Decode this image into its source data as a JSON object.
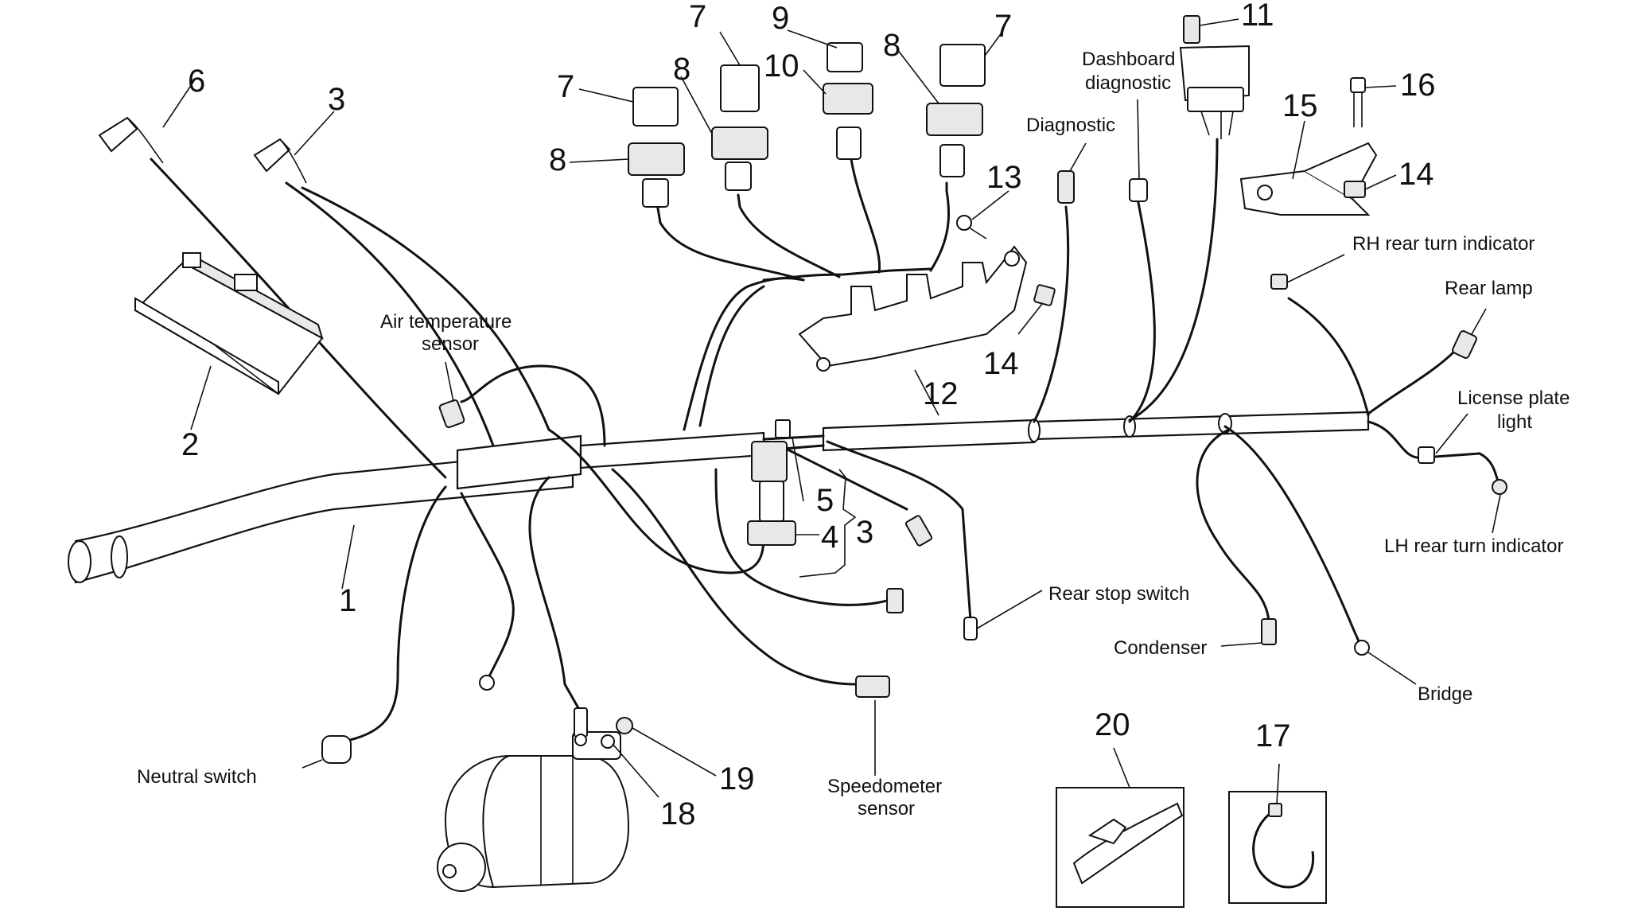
{
  "numbers": {
    "n1": "1",
    "n2": "2",
    "n3a": "3",
    "n3b": "3",
    "n4": "4",
    "n5": "5",
    "n6": "6",
    "n7a": "7",
    "n7b": "7",
    "n7c": "7",
    "n8a": "8",
    "n8b": "8",
    "n8c": "8",
    "n9": "9",
    "n10": "10",
    "n11": "11",
    "n12": "12",
    "n13": "13",
    "n14a": "14",
    "n14b": "14",
    "n15": "15",
    "n16": "16",
    "n17": "17",
    "n18": "18",
    "n19": "19",
    "n20": "20"
  },
  "labels": {
    "air_temp_1": "Air temperature",
    "air_temp_2": "sensor",
    "diagnostic": "Diagnostic",
    "dash_diag_1": "Dashboard",
    "dash_diag_2": "diagnostic",
    "rh_rear": "RH rear turn indicator",
    "rear_lamp": "Rear lamp",
    "license_1": "License plate",
    "license_2": "light",
    "lh_rear": "LH rear turn indicator",
    "rear_stop": "Rear stop switch",
    "condenser": "Condenser",
    "bridge": "Bridge",
    "neutral": "Neutral switch",
    "speedo_1": "Speedometer",
    "speedo_2": "sensor"
  }
}
